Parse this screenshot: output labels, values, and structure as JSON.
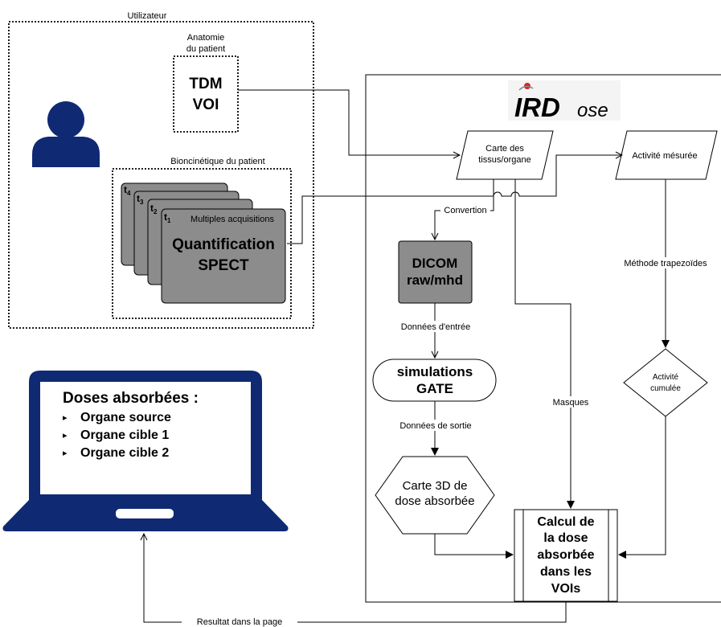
{
  "user": {
    "label": "Utilizateur",
    "anatomy_label_1": "Anatomie",
    "anatomy_label_2": "du patient",
    "tdm": "TDM",
    "voi": "VOI",
    "biokinetics_label": "Bioncinétique du patient",
    "time_labels": [
      "t",
      "t",
      "t",
      "t"
    ],
    "time_subscripts": [
      "4",
      "3",
      "2",
      "1"
    ],
    "multi_acq": "Multiples acquisitions",
    "quant_1": "Quantification",
    "quant_2": "SPECT"
  },
  "laptop": {
    "title": "Doses absorbées :",
    "items": [
      "Organe source",
      "Organe cible 1",
      "Organe cible 2"
    ],
    "bullet": "▸"
  },
  "irdose": {
    "logo_main": "IRD",
    "logo_suffix": "ose",
    "carte_1": "Carte des",
    "carte_2": "tissus/organe",
    "activite": "Activité mésurée",
    "convertion": "Convertion",
    "dicom_1": "DICOM",
    "dicom_2": "raw/mhd",
    "donnees_entree": "Données d'entrée",
    "sim_1": "simulations",
    "sim_2": "GATE",
    "donnees_sortie": "Données de sortie",
    "carte3d_1": "Carte 3D de",
    "carte3d_2": "dose absorbée",
    "masques": "Masques",
    "methode": "Méthode trapezoïdes",
    "cumulee_1": "Activité",
    "cumulee_2": "cumulée",
    "calcul_lines": [
      "Calcul de",
      "la dose",
      "absorbée",
      "dans les",
      "VOIs"
    ],
    "resultat": "Resultat dans la page"
  },
  "colors": {
    "navy": "#0f2a73",
    "gray_box": "#8c8c8c",
    "logo_red": "#e02020"
  }
}
